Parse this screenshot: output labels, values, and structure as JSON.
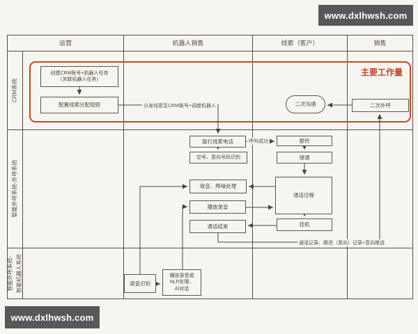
{
  "watermarks": {
    "top": "www.dxlhwsh.com",
    "bottom": "www.dxlhwsh.com"
  },
  "header": {
    "columns": [
      "运营",
      "机器人销售",
      "线索（客户）",
      "销售"
    ]
  },
  "lanes": [
    "CRM系统",
    "智能外呼系统-外呼系统",
    "智能外呼系统-\n智能机器人系统"
  ],
  "annotation": {
    "main_workload": "主要工作量"
  },
  "nodes": {
    "create_crm": "创建CRM账号+机器人任务\n（关联机器人任务）",
    "config_rule": "配置线索分配规则",
    "second_comm": "二次沟通",
    "second_call": "二次外呼",
    "dial": "拨打线索电话",
    "number_detect": "空号、意向号码识别",
    "denoise": "收音、降噪处理",
    "play_record": "播放录音",
    "call_end": "通话结束",
    "ringing": "振铃",
    "answer": "接通",
    "call_process": "通话过程",
    "hangup": "挂机",
    "asr": "语音识别",
    "nlp": "播放录音或\nNLP处理、\nAI对话"
  },
  "edge_labels": {
    "dispatch": "分发线索至CRM账号+调度机器人",
    "call_success": "呼叫成功",
    "record_push": "通话记录、跟进（意向）记录+意向推送"
  },
  "colors": {
    "accent_red": "#c8432a",
    "line": "#53503f",
    "watermark_bg": "#57585a",
    "background": "#f6f5f2"
  }
}
